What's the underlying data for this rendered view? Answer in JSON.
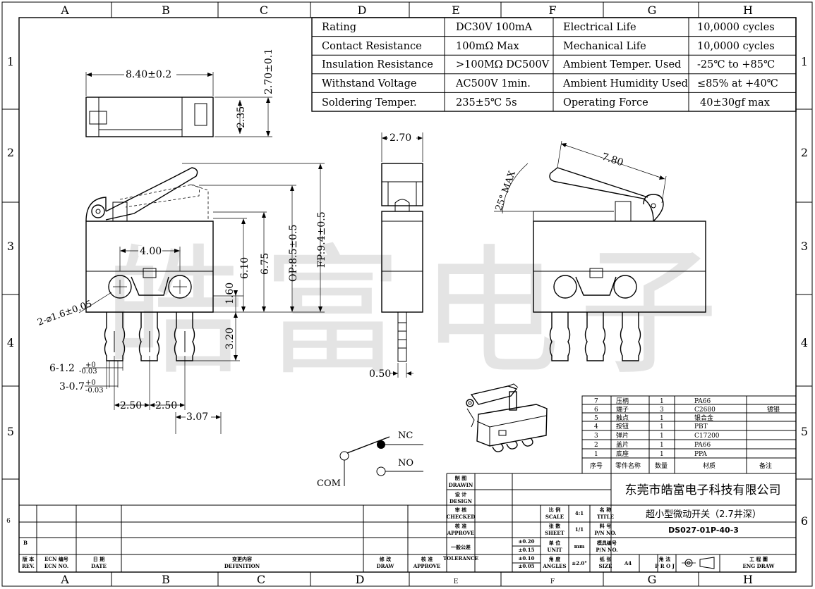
{
  "border": {
    "columns": [
      "A",
      "B",
      "C",
      "D",
      "E",
      "F",
      "G",
      "H"
    ],
    "rows": [
      "1",
      "2",
      "3",
      "4",
      "5",
      "6"
    ]
  },
  "spec_table": [
    [
      "Rating",
      "DC30V 100mA",
      "Electrical Life",
      "10,0000 cycles"
    ],
    [
      "Contact Resistance",
      "100mΩ  Max",
      "Mechanical Life",
      "10,0000 cycles"
    ],
    [
      "Insulation Resistance",
      ">100MΩ  DC500V",
      "Ambient Temper. Used",
      "-25℃ to +85℃"
    ],
    [
      "Withstand Voltage",
      "AC500V   1min.",
      "Ambient Humidity Used",
      "≤85% at +40℃"
    ],
    [
      "Soldering Temper.",
      "235±5℃ 5s",
      "Operating Force",
      "40±30gf max"
    ]
  ],
  "dimensions": {
    "top_width": "8.40±0.2",
    "top_height": "2.70±0.1",
    "top_inner": "2.35",
    "side_width": "2.70",
    "lever_len": "7.80",
    "lever_angle": "25° MAX",
    "hole_pitch": "4.00",
    "hole_dia": "2-⌀1.6±0.05",
    "h_610": "6.10",
    "h_675": "6.75",
    "op": "OP:8.5±0.5",
    "fp": "FP:9.4±0.5",
    "h_160": "1.60",
    "h_320": "3.20",
    "pin_w1": "6-1.2",
    "pin_w1_tol_up": "+0",
    "pin_w1_tol_dn": "-0.03",
    "pin_w2": "3-0.7",
    "pin_w2_tol_up": "+0",
    "pin_w2_tol_dn": "-0.03",
    "pitch1": "2.50",
    "pitch2": "2.50",
    "offset": "3.07",
    "pin_thk": "0.50"
  },
  "schematic": {
    "nc": "NC",
    "no": "NO",
    "com": "COM"
  },
  "watermark": "皓富电子",
  "bom": {
    "rows": [
      [
        "7",
        "压柄",
        "1",
        "PA66",
        ""
      ],
      [
        "6",
        "端子",
        "3",
        "C2680",
        "镀银"
      ],
      [
        "5",
        "触点",
        "1",
        "银合金",
        ""
      ],
      [
        "4",
        "按钮",
        "1",
        "PBT",
        ""
      ],
      [
        "3",
        "弹片",
        "1",
        "C17200",
        ""
      ],
      [
        "2",
        "盖片",
        "1",
        "PA66",
        ""
      ],
      [
        "1",
        "底座",
        "1",
        "PPA",
        ""
      ]
    ],
    "header": [
      "序号",
      "零件名称",
      "数量",
      "材质",
      "备注"
    ]
  },
  "title_block": {
    "company": "东莞市皓富电子科技有限公司",
    "title": "超小型微动开关（2.7井深）",
    "drawing_no": "DS027-01P-40-3",
    "drawn_cn": "制 图",
    "drawn_en": "DRAWIN",
    "design_cn": "设 计",
    "design_en": "DESIGN",
    "checked_cn": "审 核",
    "checked_en": "CHECKED",
    "approve_cn": "核 准",
    "approve_en": "APPROVE",
    "general_tol_cn": "一般公差",
    "general_tol_en": "TOLERANCE",
    "tol1": "±0.20",
    "tol2": "±0.15",
    "tol3": "±0.10",
    "tol4": "±0.05",
    "scale_cn": "比 例",
    "scale_en": "SCALE",
    "scale_val": "4:1",
    "sheet_cn": "张 数",
    "sheet_en": "SHEET",
    "sheet_val": "1/1",
    "unit_cn": "单 位",
    "unit_en": "UNIT",
    "unit_val": "mm",
    "angles_cn": "角 度",
    "angles_en": "ANGLES",
    "angles_val": "±2.0°",
    "name_cn": "名 称",
    "name_en": "TITLE",
    "pn_cn": "料 号",
    "pn_en": "P/N NO.",
    "mold_cn": "模具编号",
    "mold_en": "P/N NO.",
    "size_cn": "纸 张",
    "size_en": "SIZE",
    "size_val": "A4",
    "proj_cn": "角 法",
    "proj_en": "P R O J",
    "eng_cn": "工 程 圖",
    "eng_en": "ENG DRAW",
    "rev_cn": "版 本",
    "rev_en": "REV.",
    "ecn_cn": "ECN 编号",
    "ecn_en": "ECN NO.",
    "date_cn": "日 期",
    "date_en": "DATE",
    "def_cn": "变更内容",
    "def_en": "DEFINITION",
    "draw_cn": "修 改",
    "draw_en": "DRAW",
    "app_cn": "核 准",
    "app_en": "APPROVE",
    "rev_b": "B"
  }
}
